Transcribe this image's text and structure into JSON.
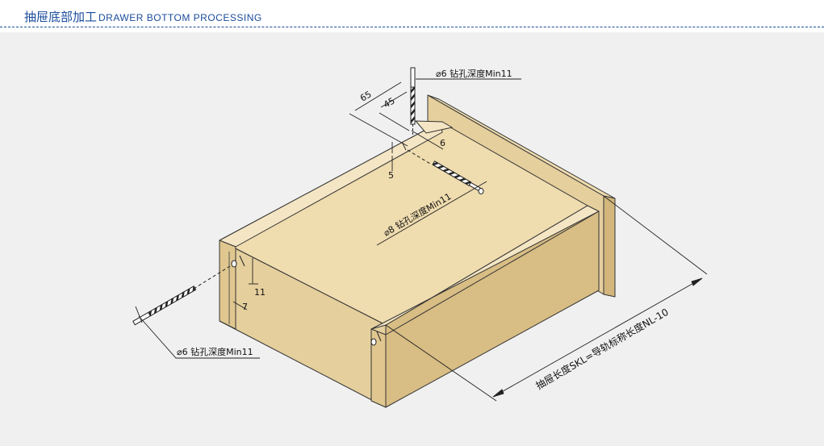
{
  "header": {
    "title_cn": "抽屉底部加工",
    "title_en": "DRAWER BOTTOM PROCESSING"
  },
  "colors": {
    "title": "#1a4c9c",
    "wood_top": "#efdcaf",
    "wood_front": "#e5cf9d",
    "wood_side": "#d8bd84",
    "background": "#f0f0f0"
  },
  "dimensions": {
    "d65": "65",
    "d45": "45",
    "d6": "6",
    "d5": "5",
    "d11": "11",
    "d7": "7"
  },
  "labels": {
    "drill_top": "⌀6 钻孔深度Min11",
    "drill_mid": "⌀8 钻孔深度Min11",
    "drill_left": "⌀6 钻孔深度Min11",
    "length": "抽屉长度SKL=导轨标称长度NL-10"
  }
}
